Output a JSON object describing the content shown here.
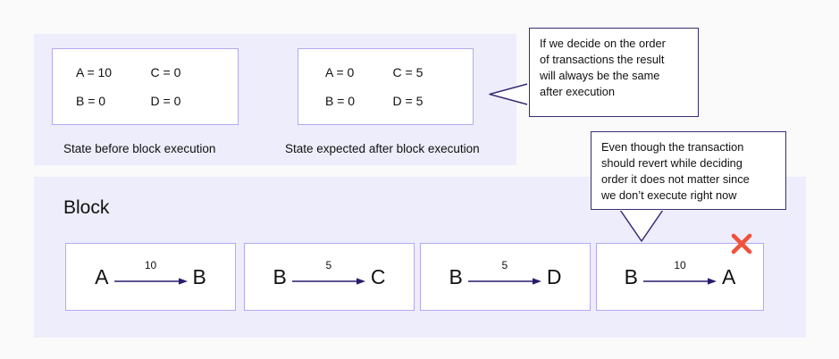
{
  "diagram": {
    "background_color": "#fafafa",
    "band_color": "#ededfb",
    "box_border_color": "#b3aaf0",
    "callout_border_color": "#3b2c72",
    "arrow_color": "#2b1a6e",
    "revert_mark_color": "#f0513c",
    "top_section": {
      "state_before": {
        "caption": "State before block execution",
        "cells": [
          "A = 10",
          "C = 0",
          "B = 0",
          "D = 0"
        ]
      },
      "state_after": {
        "caption": "State expected after block execution",
        "cells": [
          "A = 0",
          "C = 5",
          "B = 0",
          "D = 5"
        ]
      }
    },
    "block_section": {
      "title": "Block",
      "transactions": [
        {
          "from": "A",
          "amount": "10",
          "to": "B",
          "reverted": false
        },
        {
          "from": "B",
          "amount": "5",
          "to": "C",
          "reverted": false
        },
        {
          "from": "B",
          "amount": "5",
          "to": "D",
          "reverted": false
        },
        {
          "from": "B",
          "amount": "10",
          "to": "A",
          "reverted": true
        }
      ]
    },
    "callouts": [
      {
        "id": "order",
        "text": "If we decide on the order\nof transactions the result\nwill always be the same\nafter execution"
      },
      {
        "id": "revert",
        "text": "Even though the transaction\nshould revert while deciding\norder it does not matter since\nwe don’t execute right now"
      }
    ],
    "revert_mark": "✕"
  }
}
